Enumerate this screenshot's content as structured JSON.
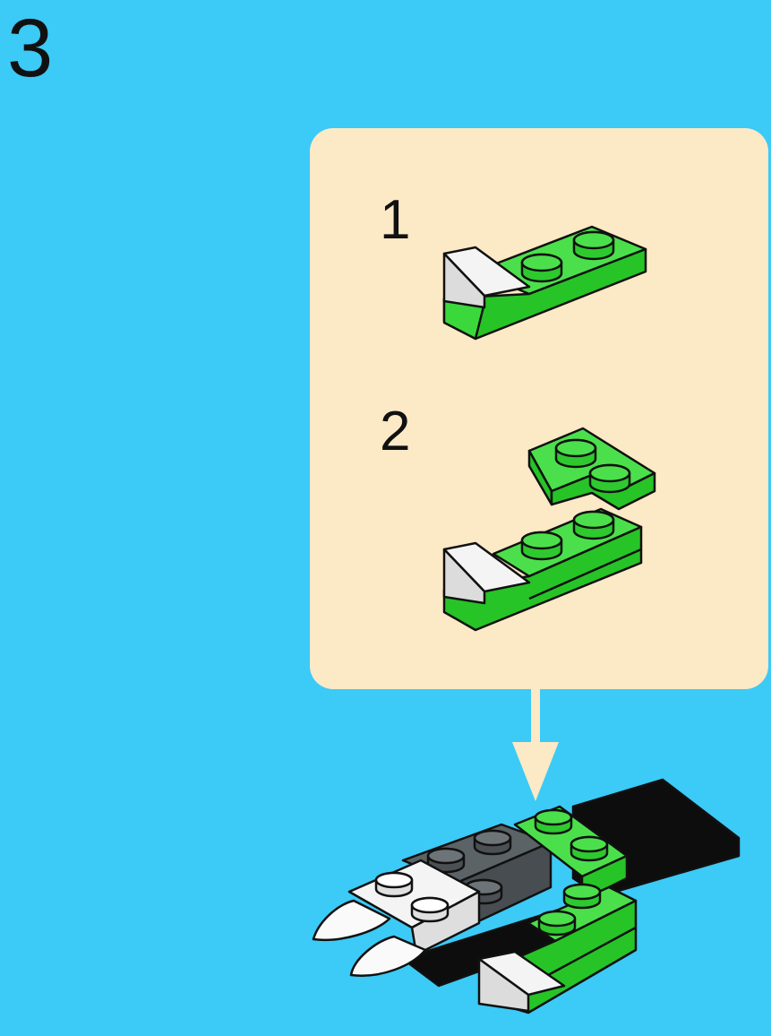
{
  "step": {
    "number": "3"
  },
  "substeps": [
    {
      "number": "1"
    },
    {
      "number": "2"
    }
  ],
  "colors": {
    "background": "#3ccaf7",
    "callout": "#fce9c6",
    "green": "#34d534",
    "white_brick": "#eeeeee",
    "dark_gray": "#5c6366",
    "black": "#0d0d0d"
  }
}
